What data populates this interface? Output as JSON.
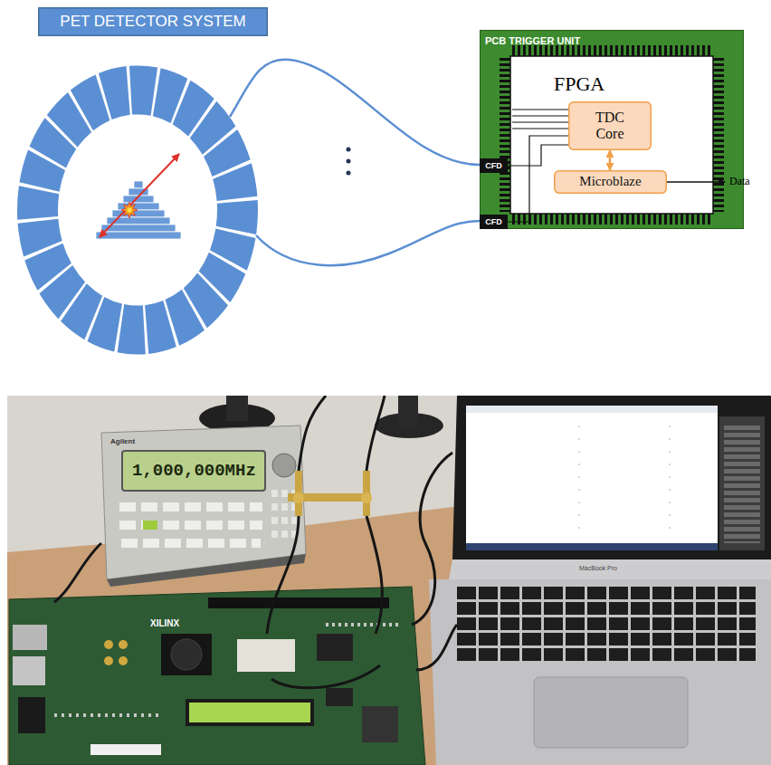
{
  "diagram": {
    "nodes": [
      {
        "text": [
          "PET DETECTOR SYSTEM"
        ]
      },
      {
        "text": [
          "PCB TRIGGER UNIT"
        ]
      },
      {
        "text": [
          "FPGA"
        ],
        "in": 1
      },
      {
        "text": [
          "CFD"
        ],
        "in": 1
      },
      {
        "text": [
          "CFD"
        ],
        "in": 1
      },
      {
        "text": [
          "TDC Core"
        ],
        "in": 2
      },
      {
        "text": [
          "Microblaze"
        ],
        "in": 2
      }
    ],
    "edges": [
      {
        "from": 3,
        "to": 5,
        "arrow": "none"
      },
      {
        "from": 4,
        "to": 5,
        "arrow": "none"
      },
      {
        "from": 5,
        "to": 6,
        "arrow": "both"
      }
    ],
    "labels": [
      "Data",
      "Agilent",
      "1,000,000MHz",
      "XILINX",
      "MacBook Pro"
    ]
  }
}
